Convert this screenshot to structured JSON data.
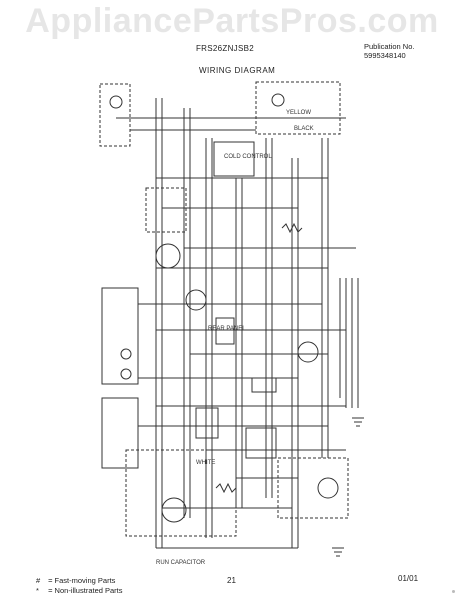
{
  "watermark": "AppliancePartsPros.com",
  "header": {
    "model": "FRS26ZNJSB2",
    "publication_label": "Publication No.",
    "publication_number": "5995348140"
  },
  "diagram": {
    "title": "WIRING DIAGRAM",
    "labels": {
      "cold_control": "COLD CONTROL",
      "rear_panel": "REAR PANEL",
      "white": "WHITE",
      "black": "BLACK",
      "yellow": "YELLOW",
      "run_capacitor": "RUN CAPACITOR"
    }
  },
  "footer": {
    "legend": [
      {
        "symbol": "#",
        "text": "= Fast-moving Parts"
      },
      {
        "symbol": "*",
        "text": "= Non-illustrated Parts"
      }
    ],
    "page_number": "21",
    "date": "01/01"
  }
}
